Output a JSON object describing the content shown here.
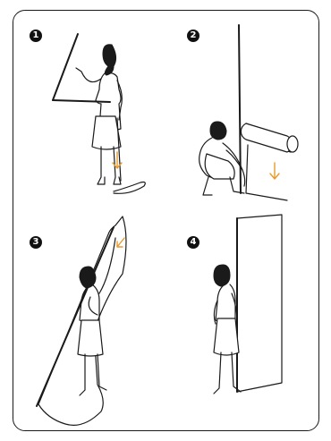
{
  "steps": [
    {
      "number": "1",
      "icon": "step-1-badge",
      "description": ""
    },
    {
      "number": "2",
      "icon": "step-2-badge",
      "description": ""
    },
    {
      "number": "3",
      "icon": "step-3-badge",
      "description": ""
    },
    {
      "number": "4",
      "icon": "step-4-badge",
      "description": ""
    }
  ],
  "colors": {
    "ink": "#1a1a1a",
    "accent": "#e89a2c",
    "background": "#ffffff"
  }
}
